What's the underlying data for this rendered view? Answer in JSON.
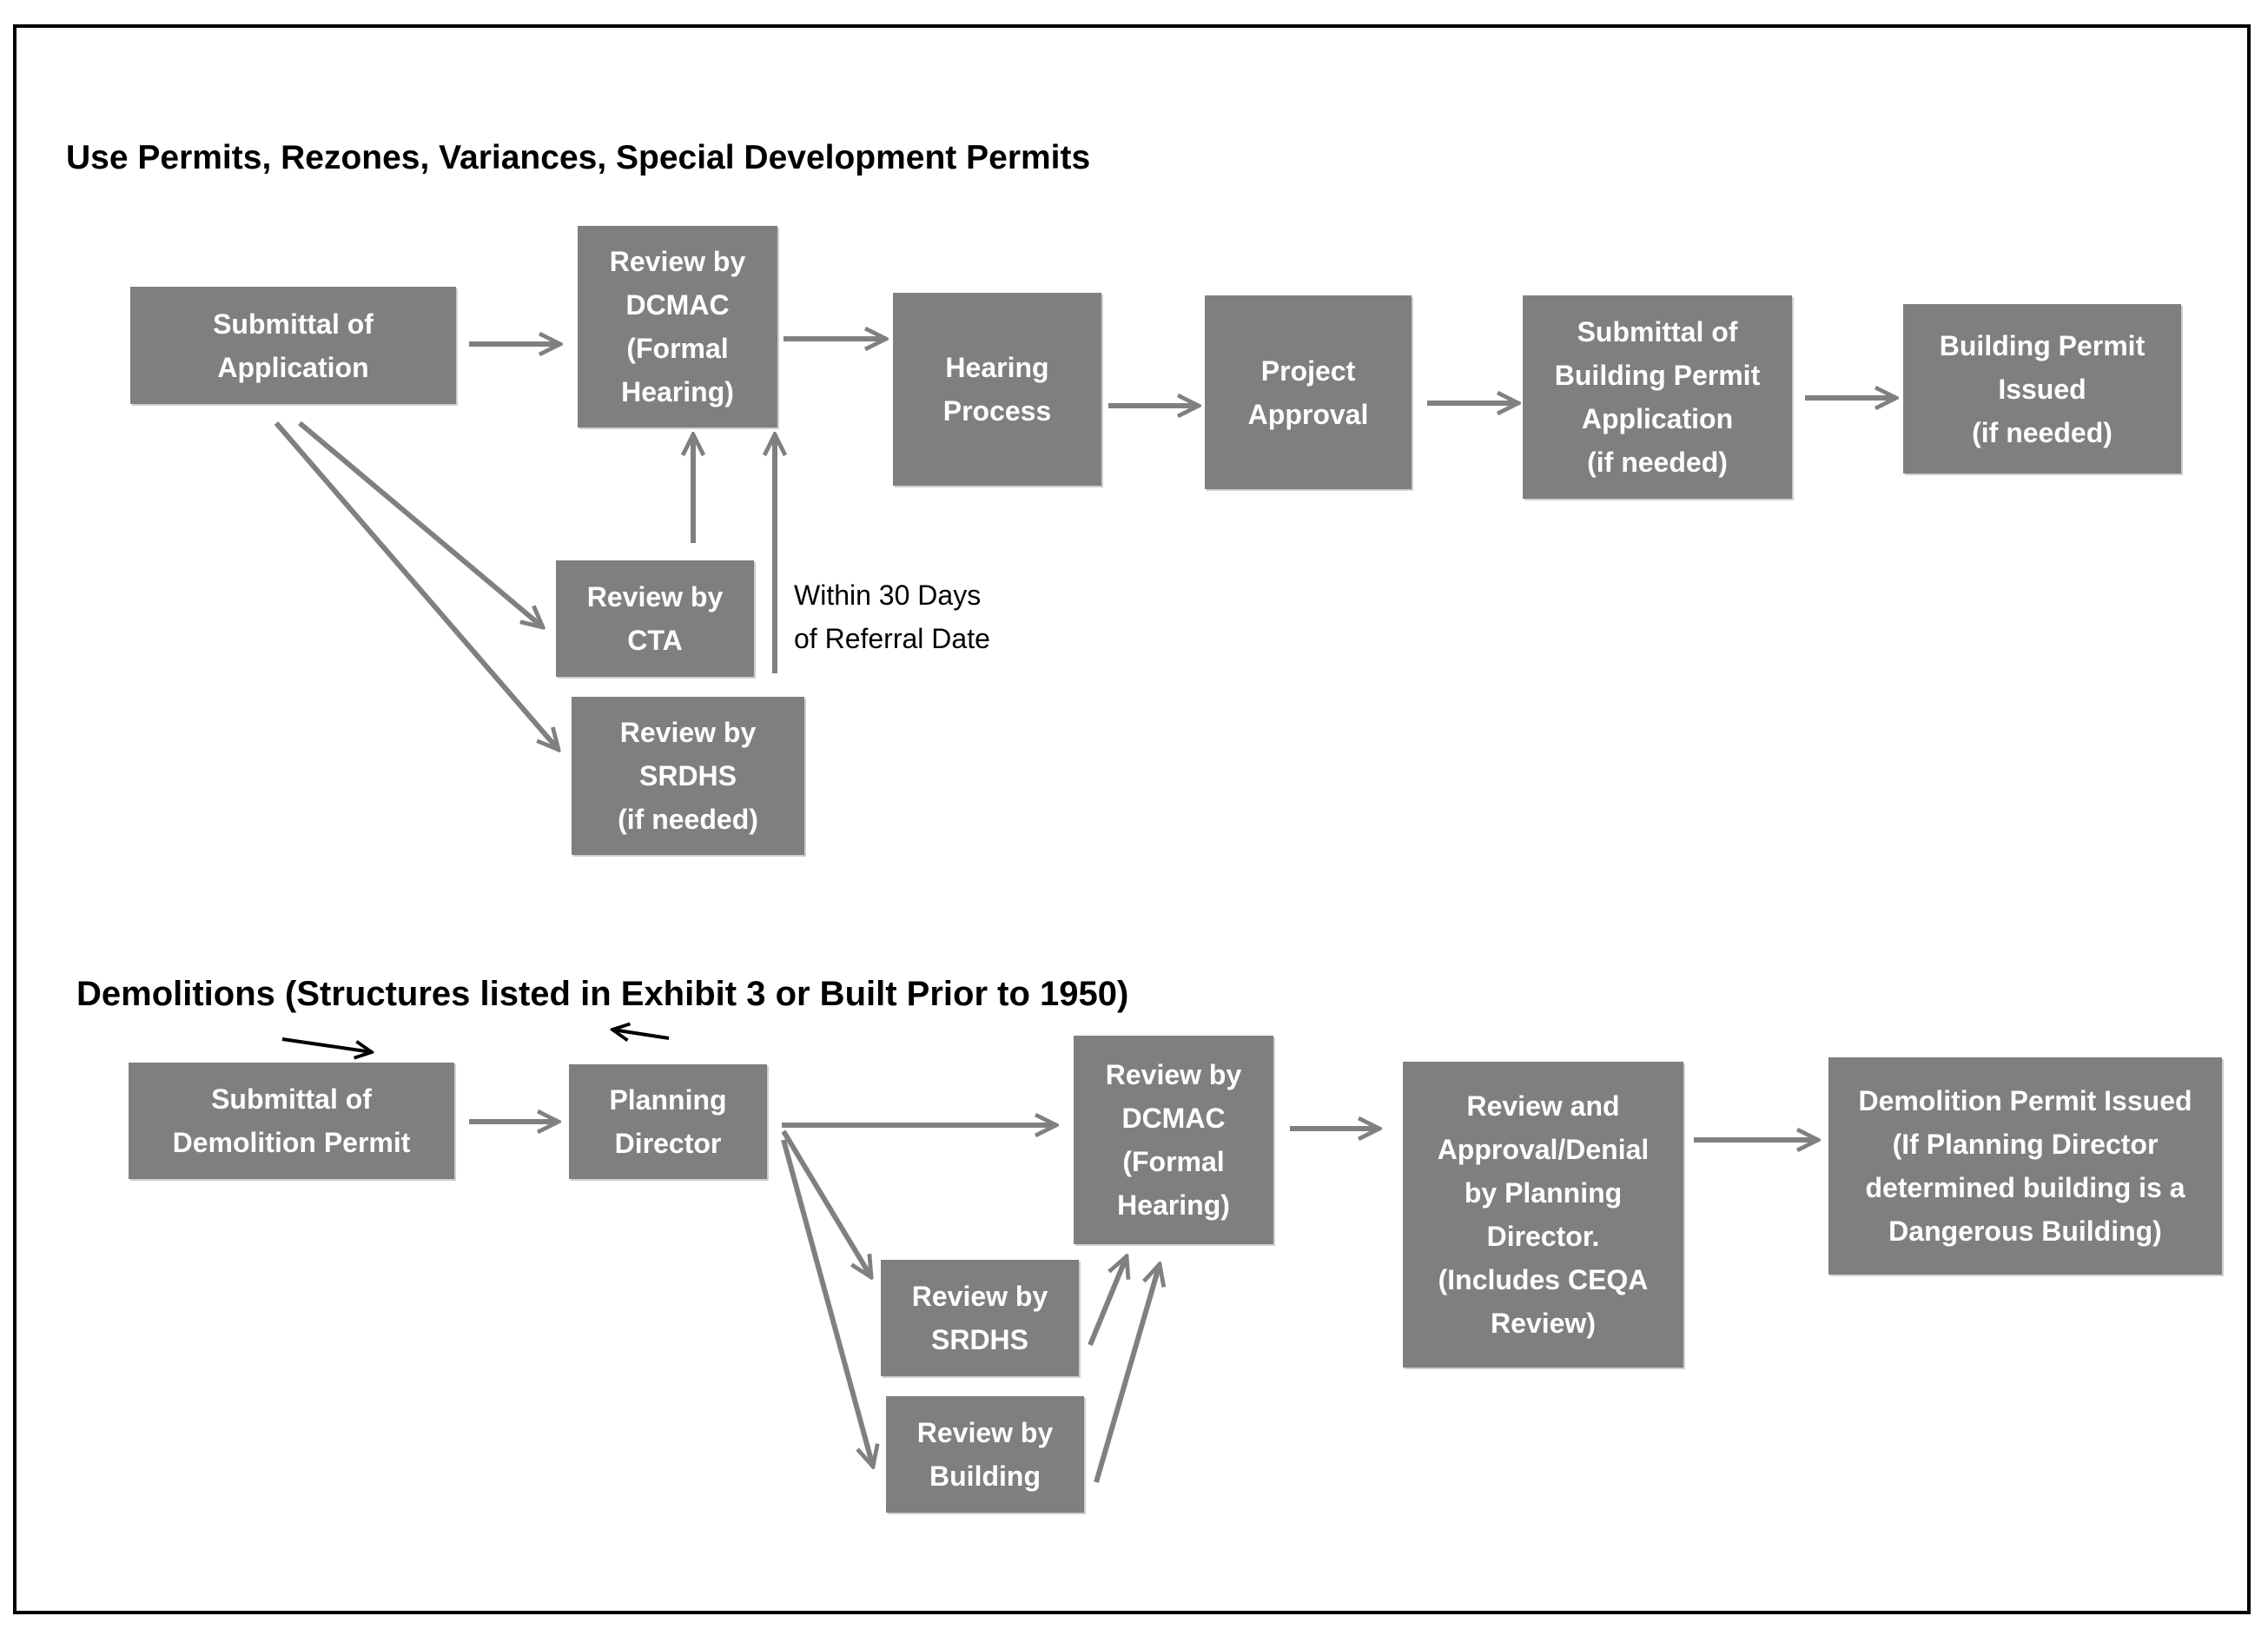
{
  "section1": {
    "title": "Use Permits, Rezones, Variances, Special Development Permits",
    "boxes": {
      "submittal": [
        "Submittal of",
        "Application"
      ],
      "dcmac": [
        "Review by",
        "DCMAC",
        "(Formal",
        "Hearing)"
      ],
      "hearing": [
        "Hearing",
        "Process"
      ],
      "approval": [
        "Project",
        "Approval"
      ],
      "bp_submittal": [
        "Submittal of",
        "Building Permit",
        "Application",
        "(if needed)"
      ],
      "bp_issued": [
        "Building Permit",
        "Issued",
        "(if needed)"
      ],
      "cta": [
        "Review by",
        "CTA"
      ],
      "srdhs": [
        "Review by",
        "SRDHS",
        "(if needed)"
      ]
    },
    "note": [
      "Within 30 Days",
      "of Referral Date"
    ]
  },
  "section2": {
    "title": "Demolitions (Structures listed in Exhibit 3 or Built Prior to 1950)",
    "boxes": {
      "submittal": [
        "Submittal of",
        "Demolition Permit"
      ],
      "planning": [
        "Planning",
        "Director"
      ],
      "dcmac": [
        "Review by",
        "DCMAC",
        "(Formal",
        "Hearing)"
      ],
      "review_approval": [
        "Review and",
        "Approval/Denial",
        "by Planning",
        "Director.",
        "(Includes CEQA",
        "Review)"
      ],
      "issued": [
        "Demolition Permit Issued",
        "(If Planning Director",
        "determined building is a",
        "Dangerous Building)"
      ],
      "srdhs": [
        "Review by",
        "SRDHS"
      ],
      "building": [
        "Review by",
        "Building"
      ]
    }
  },
  "colors": {
    "box_fill": "#7f7f7f",
    "box_text": "#ffffff",
    "arrow": "#808080",
    "frame": "#000000"
  }
}
